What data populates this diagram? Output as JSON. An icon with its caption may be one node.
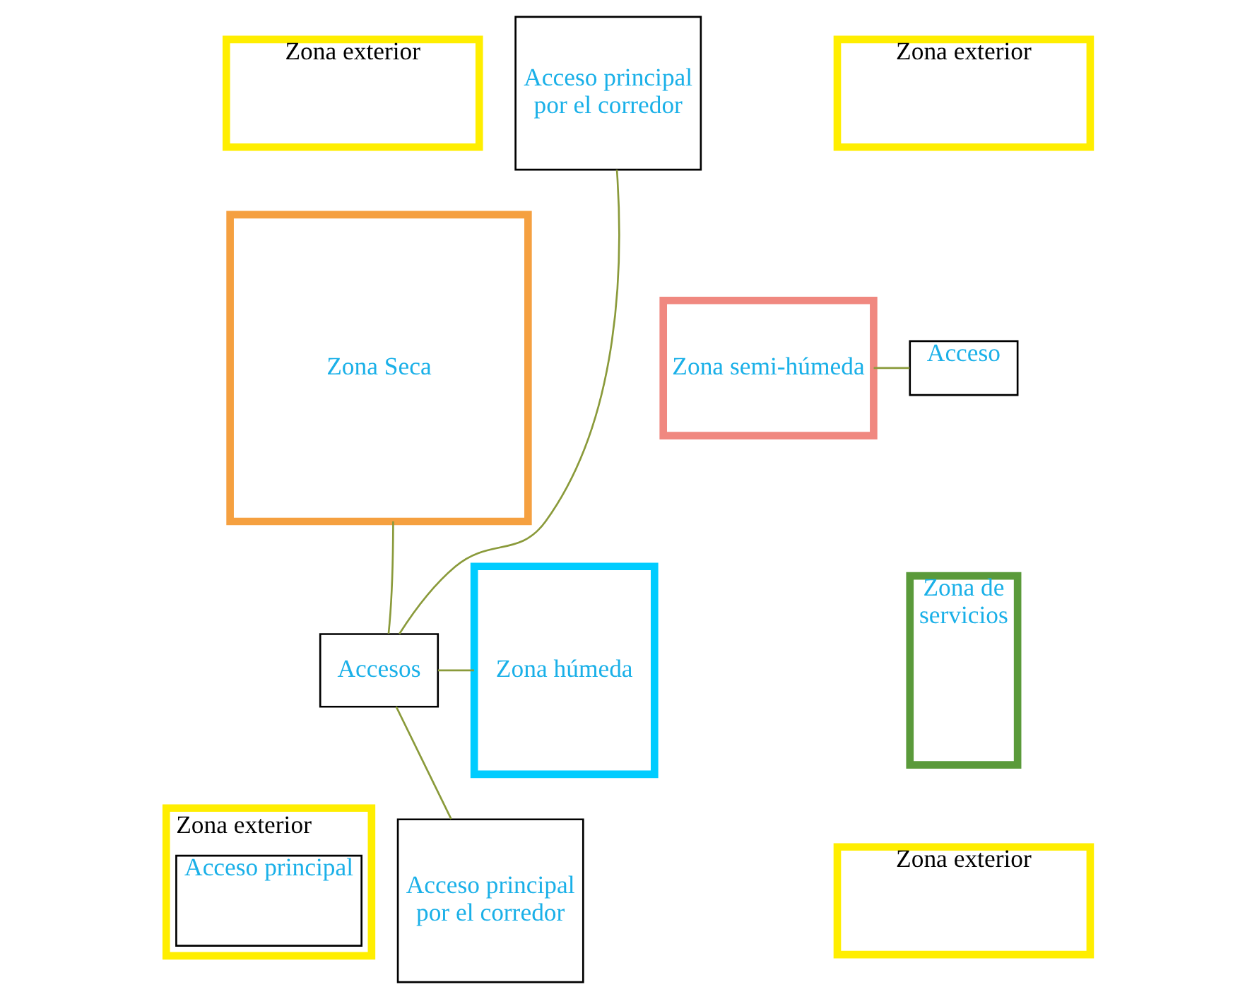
{
  "diagram": {
    "nodes": [
      {
        "text": [
          "Zona exterior"
        ]
      },
      {
        "text": [
          "Acceso principal por el corredor"
        ]
      },
      {
        "text": [
          "Zona exterior"
        ]
      },
      {
        "text": [
          "Zona Seca"
        ]
      },
      {
        "text": [
          "Zona semi-húmeda"
        ]
      },
      {
        "text": [
          "Acceso"
        ]
      },
      {
        "text": [
          "Accesos"
        ]
      },
      {
        "text": [
          "Zona húmeda"
        ]
      },
      {
        "text": [
          "Zona de servicios"
        ]
      },
      {
        "text": [
          "Zona exterior"
        ]
      },
      {
        "text": [
          "Acceso principal"
        ],
        "in": 9
      },
      {
        "text": [
          "Acceso principal por el corredor"
        ]
      },
      {
        "text": [
          "Zona exterior"
        ]
      }
    ],
    "edges": [
      {
        "from": 1,
        "to": 6,
        "arrow": "none"
      },
      {
        "from": 3,
        "to": 6,
        "arrow": "none"
      },
      {
        "from": 6,
        "to": 7,
        "arrow": "none"
      },
      {
        "from": 6,
        "to": 11,
        "arrow": "none"
      },
      {
        "from": 4,
        "to": 5,
        "arrow": "none"
      }
    ]
  }
}
